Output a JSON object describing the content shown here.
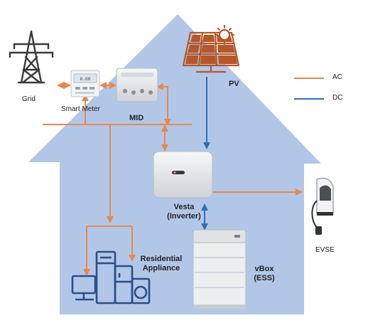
{
  "labels": {
    "grid": "Grid",
    "smart_meter": "Smart Meter",
    "mid": "MID",
    "pv": "PV",
    "inverter_line1": "Vesta",
    "inverter_line2": "(Inverter)",
    "appliance_line1": "Residential",
    "appliance_line2": "Appliance",
    "ess_line1": "vBox",
    "ess_line2": "(ESS)",
    "evse": "EVSE",
    "meter_reading": "0.00"
  },
  "legend": {
    "ac_label": "AC",
    "dc_label": "DC"
  },
  "colors": {
    "ac": "#e8884d",
    "dc": "#2c6fb7",
    "house": "#b2c7e8",
    "solar_icon": "#b5572a",
    "appliance_icon": "#2c4e86",
    "device_gray": "#e4e6e9",
    "tower": "#3a3a3a"
  },
  "icons": {
    "grid": "power-tower-icon",
    "smart_meter": "smart-meter-icon",
    "mid": "mid-switch-icon",
    "pv": "solar-panel-sun-icon",
    "inverter": "inverter-icon",
    "appliance": "home-appliance-icon",
    "ess": "battery-stack-icon",
    "evse": "ev-charger-icon"
  }
}
